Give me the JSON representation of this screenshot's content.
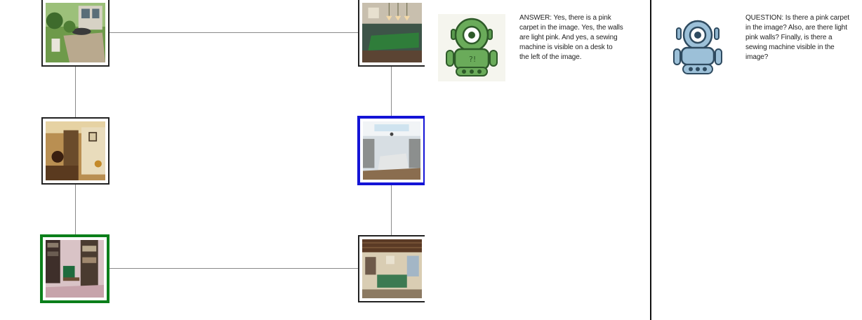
{
  "graph": {
    "nodes": [
      {
        "name": "garden-patio",
        "state": "normal",
        "icon": "patio-photo"
      },
      {
        "name": "billiard-room-green",
        "state": "normal",
        "icon": "billiard-room-photo"
      },
      {
        "name": "hallway",
        "state": "normal",
        "icon": "hallway-photo"
      },
      {
        "name": "kitchen",
        "state": "target",
        "icon": "kitchen-photo"
      },
      {
        "name": "sewing-room",
        "state": "current",
        "icon": "sewing-room-photo"
      },
      {
        "name": "pool-room",
        "state": "normal",
        "icon": "pool-room-photo"
      }
    ],
    "colors": {
      "edge": "#8a8a8a",
      "target_border": "#1414d6",
      "current_border": "#0b7f1a",
      "node_border": "#222222"
    }
  },
  "answerer": {
    "icon": "green-robot-icon",
    "text": "ANSWER: Yes, there is a pink carpet in the image. Yes, the walls are light pink. And yes, a sewing machine is visible on a desk to the left of the image.",
    "color": "#5a9a4e"
  },
  "questioner": {
    "icon": "blue-robot-icon",
    "text": "QUESTION: Is there a pink carpet in the image? Also, are there light pink walls? Finally, is there a sewing machine visible in the image?",
    "color": "#8fb5cf"
  }
}
